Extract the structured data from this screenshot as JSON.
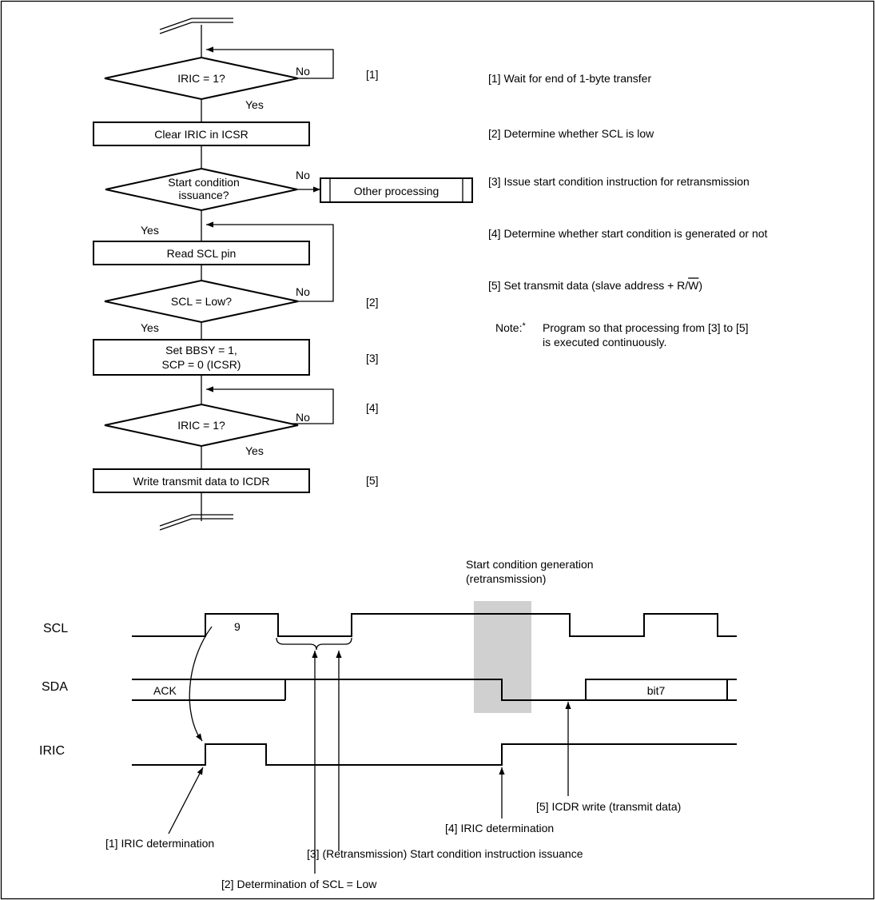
{
  "flowchart": {
    "decision1": "IRIC = 1?",
    "decision1_no": "No",
    "decision1_yes": "Yes",
    "decision1_ref": "[1]",
    "process1": "Clear IRIC in ICSR",
    "decision2_line1": "Start condition",
    "decision2_line2": "issuance?",
    "decision2_no": "No",
    "decision2_yes": "Yes",
    "subprocess": "Other processing",
    "process2": "Read SCL pin",
    "decision3": "SCL = Low?",
    "decision3_no": "No",
    "decision3_yes": "Yes",
    "decision3_ref": "[2]",
    "process3_line1": "Set BBSY = 1,",
    "process3_line2": "SCP = 0 (ICSR)",
    "process3_ref": "[3]",
    "decision4": "IRIC = 1?",
    "decision4_no": "No",
    "decision4_yes": "Yes",
    "decision4_ref": "[4]",
    "process4": "Write transmit data to ICDR",
    "process4_ref": "[5]"
  },
  "notes": {
    "n1": "[1]  Wait for end of 1-byte transfer",
    "n2": "[2]  Determine  whether SCL is low",
    "n3": "[3]  Issue start condition instruction for retransmission",
    "n4": "[4]  Determine whether start condition is generated or not",
    "n5_prefix": "[5]  Set transmit data (slave address + R/",
    "n5_bar": "W",
    "n5_suffix": ")",
    "note_label": "Note:",
    "note_star": "*",
    "note_line1": "Program so that processing from [3] to [5]",
    "note_line2": "is executed continuously."
  },
  "timing": {
    "start_label_line1": "Start condition generation",
    "start_label_line2": "(retransmission)",
    "scl_label": "SCL",
    "sda_label": "SDA",
    "iric_label": "IRIC",
    "scl_pulse": "9",
    "sda_ack": "ACK",
    "sda_bit7": "bit7",
    "ann1": "[1]  IRIC determination",
    "ann2": "[2]  Determination of SCL = Low",
    "ann3": "[3]  (Retransmission) Start condition instruction issuance",
    "ann4": "[4]  IRIC determination",
    "ann5": "[5]  ICDR write (transmit data)"
  },
  "colors": {
    "highlight": "#d0d0d0",
    "line": "#000000",
    "background": "#ffffff"
  }
}
